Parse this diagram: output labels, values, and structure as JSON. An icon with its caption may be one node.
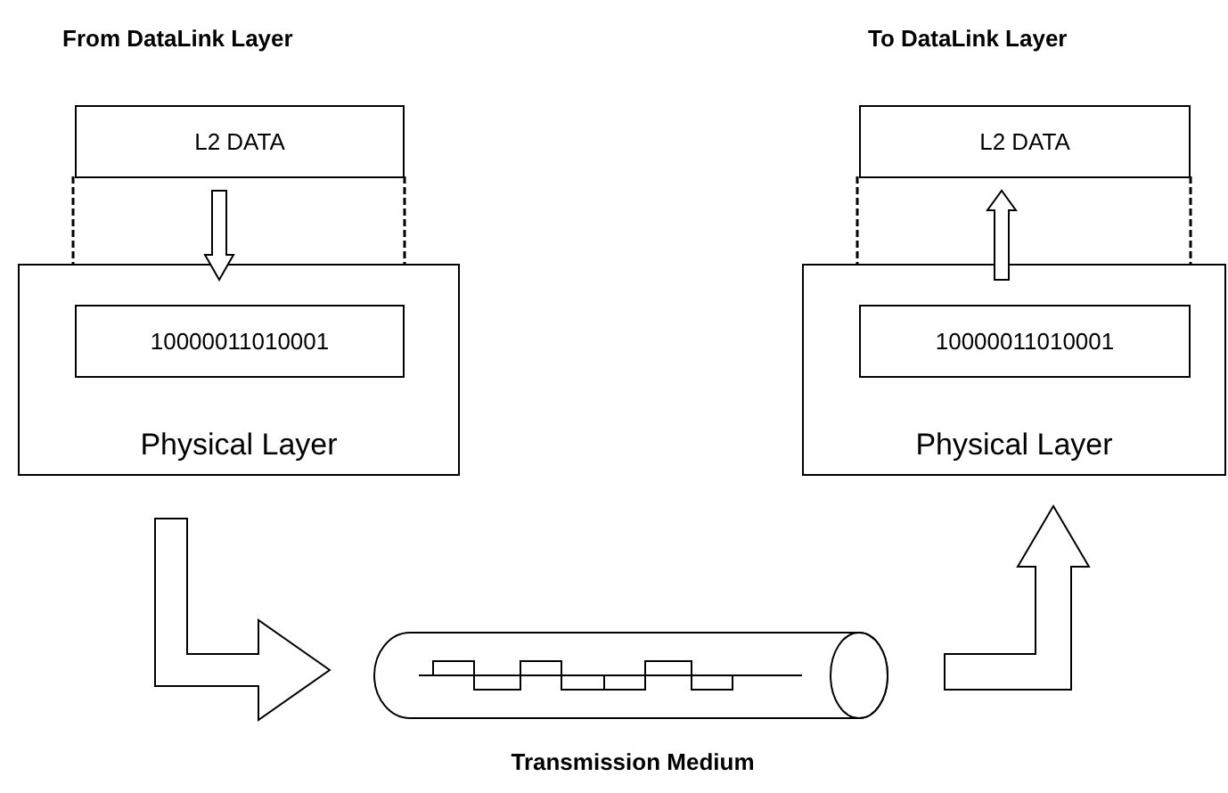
{
  "diagram": {
    "nodes": [
      {
        "text": [
          "L2 DATA"
        ]
      },
      {
        "text": [
          "Physical Layer"
        ]
      },
      {
        "text": [
          "10000011010001"
        ],
        "in": 1
      },
      {
        "text": [
          "L2 DATA"
        ]
      },
      {
        "text": [
          "Physical Layer"
        ]
      },
      {
        "text": [
          "10000011010001"
        ],
        "in": 4
      },
      {
        "text": [
          "Transmission Medium"
        ]
      }
    ],
    "edges": [
      {
        "from": 0,
        "to": 2,
        "arrow": "to"
      },
      {
        "from": 5,
        "to": 3,
        "arrow": "to"
      },
      {
        "from": 1,
        "to": 6,
        "arrow": "to"
      },
      {
        "from": 6,
        "to": 4,
        "arrow": "to"
      }
    ],
    "labels": [
      "From DataLink Layer",
      "To DataLink Layer"
    ]
  }
}
